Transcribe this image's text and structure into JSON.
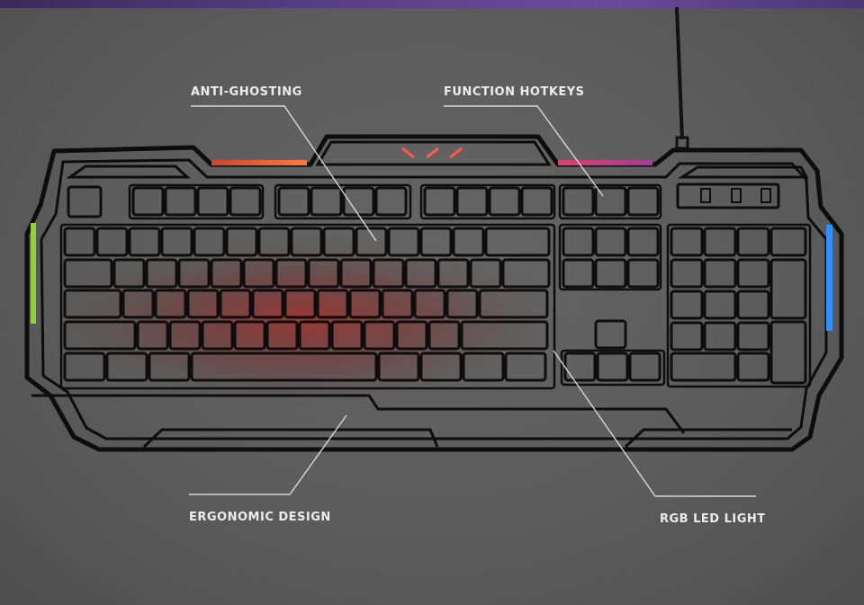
{
  "callouts": {
    "anti_ghosting": "ANTI-GHOSTING",
    "function_hotkeys": "FUNCTION HOTKEYS",
    "ergonomic_design": "ERGONOMIC DESIGN",
    "rgb_led_light": "RGB LED LIGHT"
  },
  "colors": {
    "background": "#5e5e5e",
    "outline": "#0f0f0f",
    "label_text": "#ececec",
    "callout_line": "#d8d8d8",
    "led_orange": "#ff6a3d",
    "led_magenta": "#c0408a",
    "led_green": "#8fcf3a",
    "led_blue": "#2f8fff",
    "key_glow_red": "#a4302c"
  }
}
